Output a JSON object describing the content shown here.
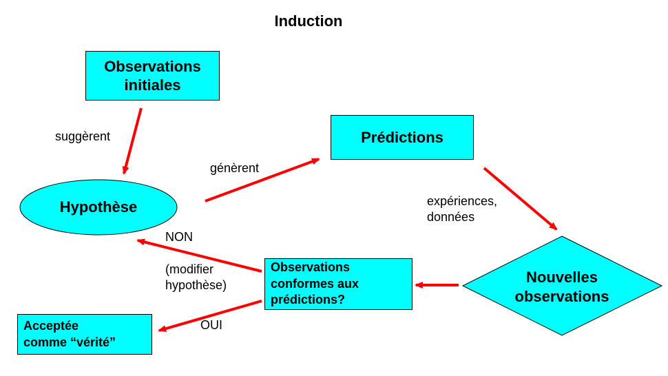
{
  "title": "Induction",
  "nodes": {
    "observations_initiales": [
      "Observations",
      "initiales"
    ],
    "predictions": "Prédictions",
    "hypothese": "Hypothèse",
    "nouvelles_observations": [
      "Nouvelles",
      "observations"
    ],
    "observations_conformes": [
      "Observations",
      "conformes aux",
      "prédictions?"
    ],
    "acceptee": [
      "Acceptée",
      "comme “vérité”"
    ]
  },
  "edges": {
    "suggerent": "suggèrent",
    "generent": "génèrent",
    "experiences": [
      "expériences,",
      "données"
    ],
    "non": "NON",
    "modifier": [
      "(modifier",
      "hypothèse)"
    ],
    "oui": "OUI"
  },
  "colors": {
    "node_fill": "#00ffff",
    "arrow": "#ff0000"
  }
}
